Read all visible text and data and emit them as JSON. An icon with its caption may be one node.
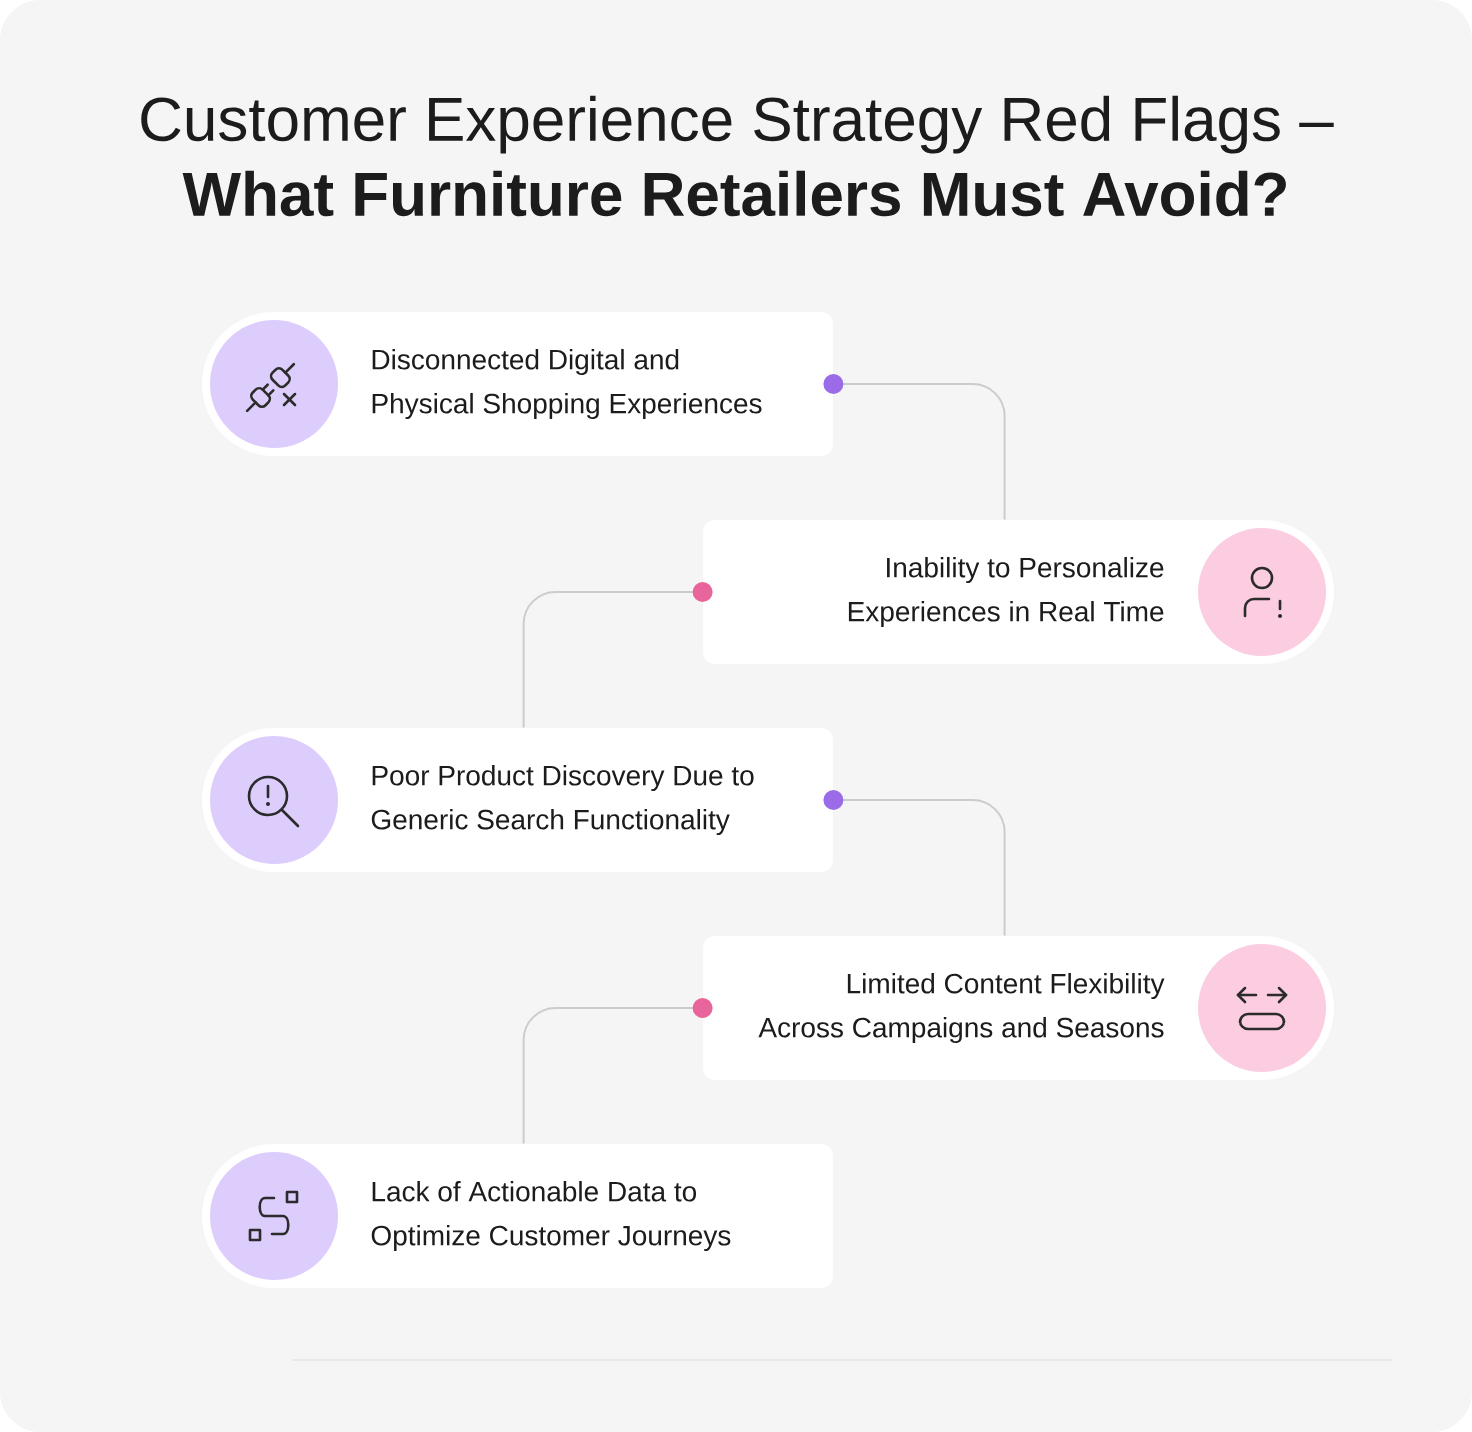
{
  "diagram": {
    "title": "Customer Experience Strategy Red Flags – **What Furniture Retailers Must Avoid?**",
    "nodes": [
      {
        "text": [
          "Disconnected Digital and Physical Shopping Experiences"
        ]
      },
      {
        "text": [
          "Inability to Personalize Experiences in Real Time"
        ]
      },
      {
        "text": [
          "Poor Product Discovery Due to Generic Search Functionality"
        ]
      },
      {
        "text": [
          "Limited Content Flexibility Across Campaigns and Seasons"
        ]
      },
      {
        "text": [
          "Lack of Actionable Data to Optimize Customer Journeys"
        ]
      }
    ],
    "edges": [
      {
        "from": 0,
        "to": 1,
        "arrow": "other"
      },
      {
        "from": 1,
        "to": 2,
        "arrow": "other"
      },
      {
        "from": 2,
        "to": 3,
        "arrow": "other"
      },
      {
        "from": 3,
        "to": 4,
        "arrow": "other"
      }
    ]
  }
}
